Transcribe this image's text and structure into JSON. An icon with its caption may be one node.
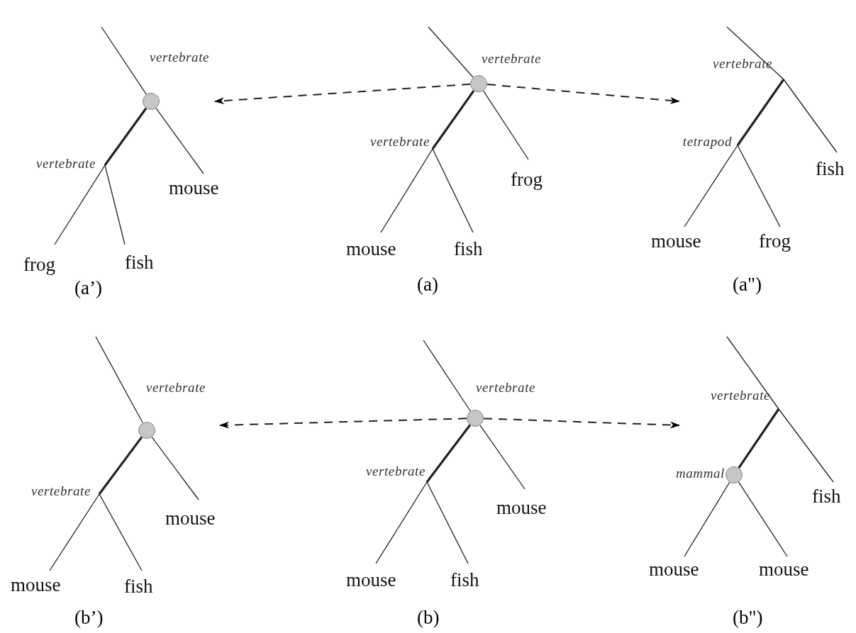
{
  "diagram": {
    "nodes": [
      {
        "text": [],
        "shape": "circle",
        "beside": [
          "vertebrate"
        ]
      },
      {
        "text": [
          "vertebrate"
        ]
      },
      {
        "text": [
          "mouse"
        ]
      },
      {
        "text": [
          "frog"
        ]
      },
      {
        "text": [
          "fish"
        ]
      },
      {
        "text": [],
        "shape": "circle",
        "beside": [
          "vertebrate"
        ]
      },
      {
        "text": [
          "vertebrate"
        ]
      },
      {
        "text": [
          "frog"
        ]
      },
      {
        "text": [
          "mouse"
        ]
      },
      {
        "text": [
          "fish"
        ]
      },
      {
        "text": [
          "vertebrate"
        ]
      },
      {
        "text": [
          "tetrapod"
        ]
      },
      {
        "text": [
          "fish"
        ]
      },
      {
        "text": [
          "mouse"
        ]
      },
      {
        "text": [
          "frog"
        ]
      },
      {
        "text": [],
        "shape": "circle",
        "beside": [
          "vertebrate"
        ]
      },
      {
        "text": [
          "vertebrate"
        ]
      },
      {
        "text": [
          "mouse"
        ]
      },
      {
        "text": [
          "mouse"
        ]
      },
      {
        "text": [
          "fish"
        ]
      },
      {
        "text": [],
        "shape": "circle",
        "beside": [
          "vertebrate"
        ]
      },
      {
        "text": [
          "vertebrate"
        ]
      },
      {
        "text": [
          "mouse"
        ]
      },
      {
        "text": [
          "mouse"
        ]
      },
      {
        "text": [
          "fish"
        ]
      },
      {
        "text": [
          "vertebrate"
        ]
      },
      {
        "text": [],
        "shape": "circle",
        "beside": [
          "mammal"
        ]
      },
      {
        "text": [
          "fish"
        ]
      },
      {
        "text": [
          "mouse"
        ]
      },
      {
        "text": [
          "mouse"
        ]
      }
    ],
    "edges": [
      {
        "from": null,
        "to": 0,
        "arrow": "none"
      },
      {
        "from": 0,
        "to": 1,
        "arrow": "none",
        "style": "thick"
      },
      {
        "from": 0,
        "to": 2,
        "arrow": "none"
      },
      {
        "from": 1,
        "to": 3,
        "arrow": "none"
      },
      {
        "from": 1,
        "to": 4,
        "arrow": "none"
      },
      {
        "from": null,
        "to": 5,
        "arrow": "none"
      },
      {
        "from": 5,
        "to": 6,
        "arrow": "none",
        "style": "thick"
      },
      {
        "from": 5,
        "to": 7,
        "arrow": "none"
      },
      {
        "from": 6,
        "to": 8,
        "arrow": "none"
      },
      {
        "from": 6,
        "to": 9,
        "arrow": "none"
      },
      {
        "from": null,
        "to": 10,
        "arrow": "none"
      },
      {
        "from": 10,
        "to": 11,
        "arrow": "none",
        "style": "thick"
      },
      {
        "from": 10,
        "to": 12,
        "arrow": "none"
      },
      {
        "from": 11,
        "to": 13,
        "arrow": "none"
      },
      {
        "from": 11,
        "to": 14,
        "arrow": "none"
      },
      {
        "from": null,
        "to": 15,
        "arrow": "none"
      },
      {
        "from": 15,
        "to": 16,
        "arrow": "none",
        "style": "thick"
      },
      {
        "from": 15,
        "to": 17,
        "arrow": "none"
      },
      {
        "from": 16,
        "to": 18,
        "arrow": "none"
      },
      {
        "from": 16,
        "to": 19,
        "arrow": "none"
      },
      {
        "from": null,
        "to": 20,
        "arrow": "none"
      },
      {
        "from": 20,
        "to": 21,
        "arrow": "none",
        "style": "thick"
      },
      {
        "from": 20,
        "to": 22,
        "arrow": "none"
      },
      {
        "from": 21,
        "to": 23,
        "arrow": "none"
      },
      {
        "from": 21,
        "to": 24,
        "arrow": "none"
      },
      {
        "from": null,
        "to": 25,
        "arrow": "none"
      },
      {
        "from": 25,
        "to": 26,
        "arrow": "none",
        "style": "thick"
      },
      {
        "from": 25,
        "to": 27,
        "arrow": "none"
      },
      {
        "from": 26,
        "to": 28,
        "arrow": "none"
      },
      {
        "from": 26,
        "to": 29,
        "arrow": "none"
      },
      {
        "from": 5,
        "to": null,
        "arrow": "to",
        "style": "dashed"
      },
      {
        "from": 5,
        "to": null,
        "arrow": "to",
        "style": "dashed"
      },
      {
        "from": 20,
        "to": null,
        "arrow": "to",
        "style": "dashed"
      },
      {
        "from": 20,
        "to": null,
        "arrow": "to",
        "style": "dashed"
      }
    ],
    "labels": [
      "(a’)",
      "(a)",
      "(a\")",
      "(b’)",
      "(b)",
      "(b\")"
    ]
  }
}
